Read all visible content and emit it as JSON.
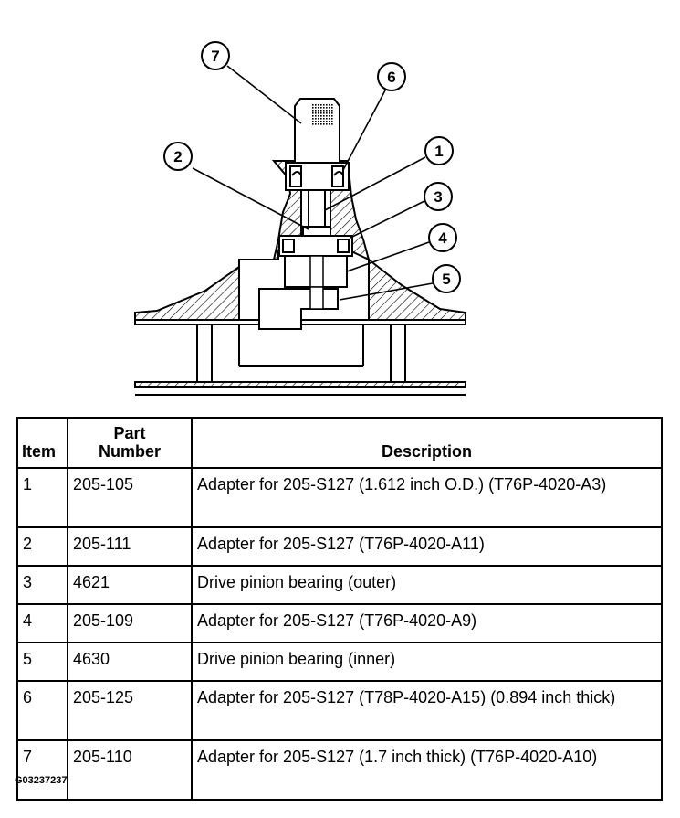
{
  "callouts": [
    "1",
    "2",
    "3",
    "4",
    "5",
    "6",
    "7"
  ],
  "table": {
    "headers": {
      "item": "Item",
      "part_number": [
        "Part",
        "Number"
      ],
      "description": "Description"
    },
    "rows": [
      {
        "item": "1",
        "part": "205-105",
        "desc": "Adapter for 205-S127 (1.612 inch O.D.) (T76P-4020-A3)"
      },
      {
        "item": "2",
        "part": "205-111",
        "desc": "Adapter for 205-S127 (T76P-4020-A11)"
      },
      {
        "item": "3",
        "part": "4621",
        "desc": "Drive pinion bearing (outer)"
      },
      {
        "item": "4",
        "part": "205-109",
        "desc": "Adapter for 205-S127 (T76P-4020-A9)"
      },
      {
        "item": "5",
        "part": "4630",
        "desc": "Drive pinion bearing (inner)"
      },
      {
        "item": "6",
        "part": "205-125",
        "desc": "Adapter for 205-S127 (T78P-4020-A15) (0.894 inch thick)"
      },
      {
        "item": "7",
        "part": "205-110",
        "desc": "Adapter for 205-S127 (1.7 inch thick) (T76P-4020-A10)"
      }
    ]
  },
  "figure_code": "G03237237"
}
